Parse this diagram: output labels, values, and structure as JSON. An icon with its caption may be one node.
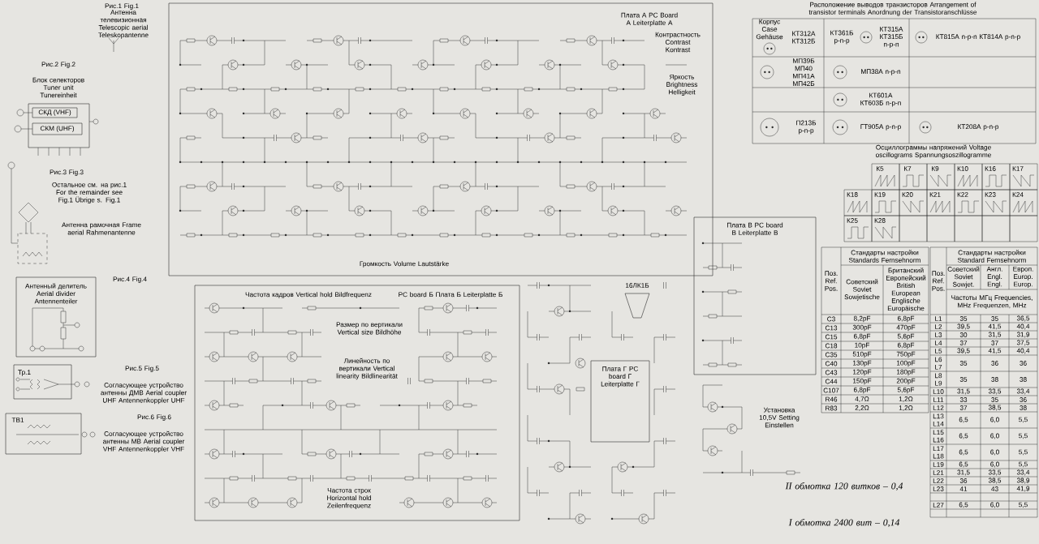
{
  "diagram": {
    "nodes": [
      {
        "text": [
          "Блок селекторов Tuner unit Tunereinheit"
        ]
      },
      {
        "text": [
          "СКД (VHF)"
        ],
        "in": 0
      },
      {
        "text": [
          "СКМ (UHF)"
        ],
        "in": 0
      },
      {
        "text": [
          "Антенный делитель Aerial divider Antennenteiler"
        ]
      },
      {
        "text": [
          "Тр.1"
        ]
      },
      {
        "text": [
          "ТВ1"
        ]
      },
      {
        "text": [
          "Плата А PC Board A Leiterplatte A"
        ]
      },
      {
        "text": [
          "PC board Б Плата Б Leiterplatte Б"
        ]
      },
      {
        "text": [
          "Плата В PC board В Leiterplatte В"
        ]
      },
      {
        "text": [
          "Плата Г PC board Г Leiterplatte Г"
        ]
      },
      {
        "text": [
          "16ЛК1Б"
        ]
      }
    ],
    "labels": [
      "Рис.1 Fig.1",
      "Антенна телевизионная Telescopic aerial Teleskopantenne",
      "Рис.2 Fig.2",
      "Рис.3 Fig.3",
      "Остальное см. на рис.1 For the remainder see Fig.1 Übrige s. Fig.1",
      "Антенна рамочная Frame aerial Rahmenantenne",
      "Рис.4 Fig.4",
      "Рис.5 Fig.5",
      "Согласующее устройство антенны ДМВ Aerial coupler UHF Antennenkoppler UHF",
      "Рис.6 Fig.6",
      "Согласующее устройство антенны МВ Aerial coupler VHF Antennenkoppler VHF",
      "Контрастность Contrast Kontrast",
      "Яркость Brightness Helligkeit",
      "Громкость Volume Lautstärke",
      "Частота кадров Vertical hold Bildfrequenz",
      "Размер по вертикали Vertical size Bildhöhe",
      "Линейность по вертикали Vertical linearity Bildlinearität",
      "Частота строк Horizontal hold Zeilenfrequenz",
      "Установка 10,5V Setting Einstellen",
      "Расположение выводов транзисторов Arrangement of transistor terminals Anordnung der Transistoranschlüsse",
      "Корпус Case Gehäuse",
      "КТ312А КТ312Б",
      "КТ361Б p-n-p",
      "КТ315А КТ315Б n-p-n",
      "КТ815А n-p-n КТ814А p-n-p",
      "МП39Б МП40 МП41А МП42Б",
      "МП38А n-p-n",
      "КТ601А КТ603Б n-p-n",
      "П213Б p-n-p",
      "ГТ905А p-n-p",
      "КТ208А p-n-p",
      "Осциллограммы напряжений Voltage oscillograms Spannungsoszillogramme",
      "К5",
      "К7",
      "К9",
      "К10",
      "К16",
      "К17",
      "К18",
      "К19",
      "К20",
      "К21",
      "К22",
      "К23",
      "К24",
      "К25",
      "К28",
      "Поз. Ref. Pos.",
      "Стандарты настройки Standards Fernsehnorm",
      "Советский Soviet Sowjetische",
      "Британский Европейский British European Englische Europäische",
      "C3",
      "8,2pF",
      "6,8pF",
      "C13",
      "300pF",
      "470pF",
      "C15",
      "6,8pF",
      "5,6pF",
      "C18",
      "10pF",
      "6,8pF",
      "C35",
      "510pF",
      "750pF",
      "C40",
      "130pF",
      "100pF",
      "C43",
      "120pF",
      "180pF",
      "C44",
      "150pF",
      "200pF",
      "C107",
      "6,8pF",
      "5,6pF",
      "R46",
      "4,7Ω",
      "1,2Ω",
      "R83",
      "2,2Ω",
      "1,2Ω",
      "Поз. Ref. Pos.",
      "Стандарты настройки Standard Fernsehnorm",
      "Советский Soviet Sowjet.",
      "Англ. Engl. Engl.",
      "Европ. Europ. Europ.",
      "Частоты МГц Frequencies, MHz Frequenzen, MHz",
      "L1",
      "35",
      "35",
      "36,5",
      "L2",
      "39,5",
      "41,5",
      "40,4",
      "L3",
      "30",
      "31,5",
      "31,9",
      "L4",
      "37",
      "37",
      "37,5",
      "L5",
      "39,5",
      "41,5",
      "40,4",
      "L6 L7",
      "35",
      "36",
      "36",
      "L8 L9",
      "35",
      "38",
      "38",
      "L10",
      "31,5",
      "33,5",
      "33,4",
      "L11",
      "33",
      "35",
      "36",
      "L12",
      "37",
      "38,5",
      "38",
      "L13 L14",
      "6,5",
      "6,0",
      "5,5",
      "L15 L16",
      "6,5",
      "6,0",
      "5,5",
      "L17 L18",
      "6,5",
      "6,0",
      "5,5",
      "L19",
      "6,5",
      "6,0",
      "5,5",
      "L21",
      "31,5",
      "33,5",
      "33,4",
      "L22",
      "36",
      "38,5",
      "38,9",
      "L23",
      "41",
      "43",
      "41,9",
      "L27",
      "6,5",
      "6,0",
      "5,5",
      "II обмотка 120 витков – 0,4",
      "I обмотка 2400 вит – 0,14"
    ]
  }
}
